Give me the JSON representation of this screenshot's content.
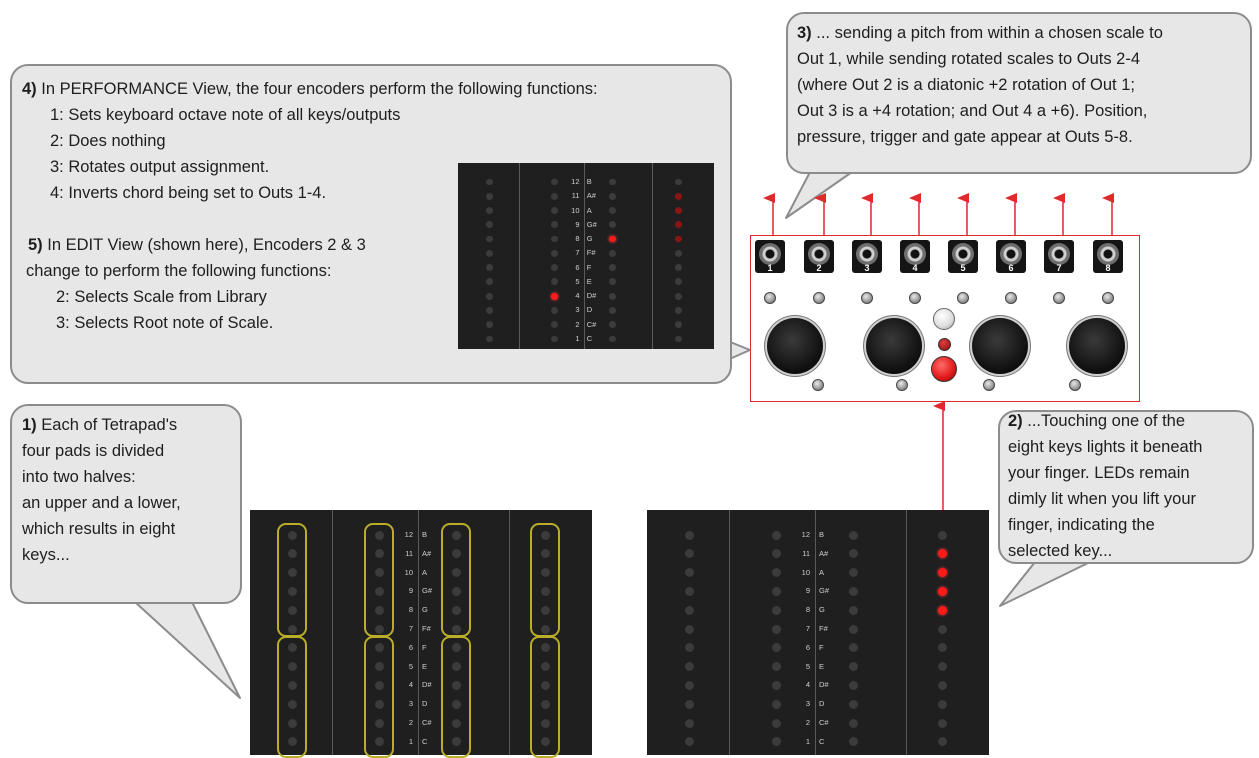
{
  "callouts": {
    "c4": {
      "num": "4)",
      "line1": " In PERFORMANCE View, the four encoders perform the following functions:",
      "items": [
        "1: Sets keyboard octave note of all keys/outputs",
        "2: Does nothing",
        "3: Rotates output assignment.",
        "4: Inverts chord being set to Outs 1-4."
      ]
    },
    "c5": {
      "num": "5)",
      "line1": " In EDIT View (shown here), Encoders 2 & 3",
      "line2": "change to perform the following functions:",
      "items": [
        "2: Selects Scale from Library",
        "3: Selects Root note of Scale."
      ]
    },
    "c3": {
      "num": "3)",
      "line1": " ... sending a pitch from within a chosen scale to",
      "lines": [
        "Out 1, while sending rotated scales to Outs 2-4",
        "(where Out 2 is a diatonic +2 rotation of Out 1;",
        "Out 3 is a +4 rotation; and Out 4 a +6). Position,",
        "pressure, trigger and gate appear at Outs 5-8."
      ]
    },
    "c1": {
      "num": "1)",
      "line1": " Each of Tetrapad's",
      "lines": [
        "four pads is divided",
        "into two halves:",
        "an upper and a lower,",
        "which results in eight",
        "keys..."
      ]
    },
    "c2": {
      "num": "2)",
      "line1": "  ...Touching one of the",
      "lines": [
        "eight keys lights it beneath",
        "your finger. LEDs remain",
        "dimly lit when you lift your",
        "finger, indicating the",
        "selected key..."
      ]
    }
  },
  "scale": {
    "numbers": [
      "12",
      "11",
      "10",
      "9",
      "8",
      "7",
      "6",
      "5",
      "4",
      "3",
      "2",
      "1"
    ],
    "notes": [
      "B",
      "A#",
      "A",
      "G#",
      "G",
      "F#",
      "F",
      "E",
      "D#",
      "D",
      "C#",
      "C"
    ]
  },
  "module": {
    "outputs": [
      "1",
      "2",
      "3",
      "4",
      "5",
      "6",
      "7",
      "8"
    ]
  },
  "colors": {
    "accent": "#e0292a",
    "led_on": "#ff1a1a",
    "key_outline": "#b9ad2a",
    "bubble": "#e7e7e7"
  }
}
